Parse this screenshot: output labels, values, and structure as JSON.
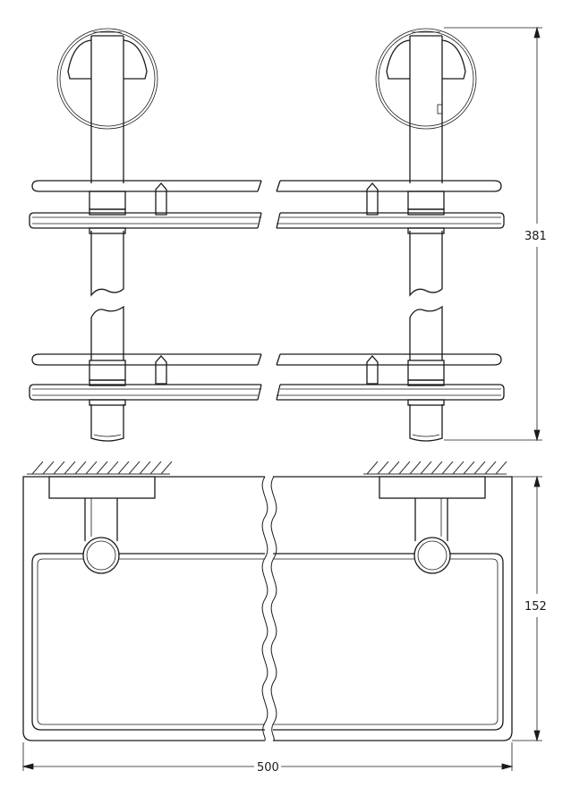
{
  "dimensions": {
    "height_total": "381",
    "depth": "152",
    "width": "500"
  },
  "colors": {
    "line": "#1a1a1a",
    "hatch": "#333333",
    "background": "#ffffff"
  }
}
